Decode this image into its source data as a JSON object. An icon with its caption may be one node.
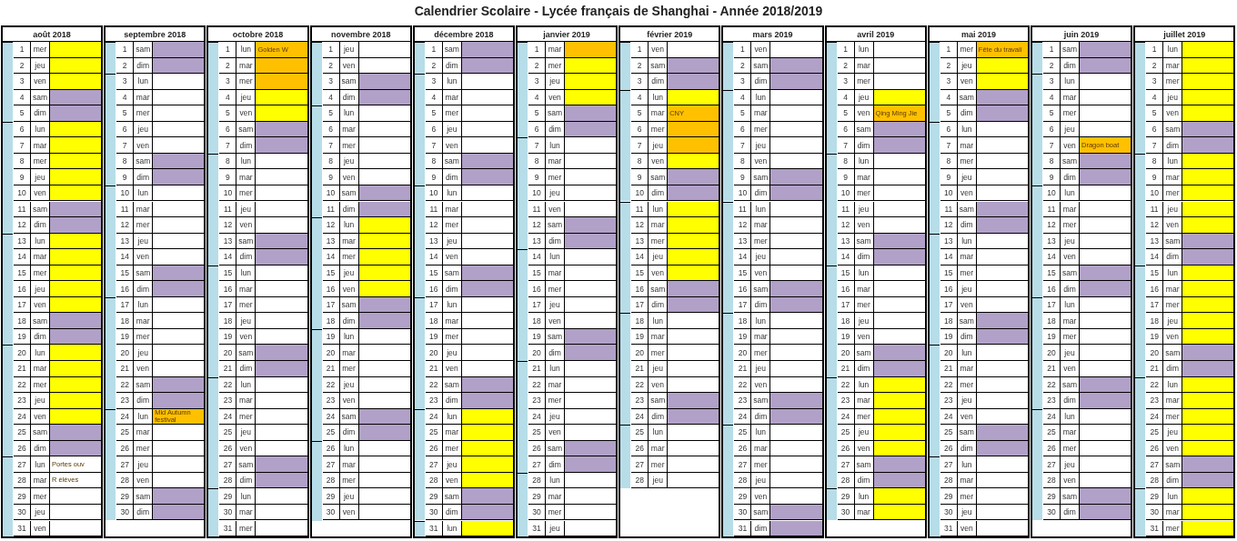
{
  "diagram": {
    "title": "Calendrier Scolaire - Lycée français de Shanghai - Année 2018/2019",
    "nodes": [
      {
        "text": [
          "août 2018"
        ]
      },
      {
        "text": [
          "1",
          "mer"
        ],
        "in": 0
      },
      {
        "text": [
          "2",
          "jeu"
        ],
        "in": 0
      },
      {
        "text": [
          "3",
          "ven"
        ],
        "in": 0
      },
      {
        "text": [
          "4",
          "sam"
        ],
        "in": 0
      },
      {
        "text": [
          "5",
          "dim"
        ],
        "in": 0
      },
      {
        "text": [
          "6",
          "lun"
        ],
        "in": 0
      },
      {
        "text": [
          "7",
          "mar"
        ],
        "in": 0
      },
      {
        "text": [
          "8",
          "mer"
        ],
        "in": 0
      },
      {
        "text": [
          "9",
          "jeu"
        ],
        "in": 0
      },
      {
        "text": [
          "10",
          "ven"
        ],
        "in": 0
      },
      {
        "text": [
          "11",
          "sam"
        ],
        "in": 0
      },
      {
        "text": [
          "12",
          "dim"
        ],
        "in": 0
      },
      {
        "text": [
          "13",
          "lun"
        ],
        "in": 0
      },
      {
        "text": [
          "14",
          "mar"
        ],
        "in": 0
      },
      {
        "text": [
          "15",
          "mer"
        ],
        "in": 0
      },
      {
        "text": [
          "16",
          "jeu"
        ],
        "in": 0
      },
      {
        "text": [
          "17",
          "ven"
        ],
        "in": 0
      },
      {
        "text": [
          "18",
          "sam"
        ],
        "in": 0
      },
      {
        "text": [
          "19",
          "dim"
        ],
        "in": 0
      },
      {
        "text": [
          "20",
          "lun"
        ],
        "in": 0
      },
      {
        "text": [
          "21",
          "mar"
        ],
        "in": 0
      },
      {
        "text": [
          "22",
          "mer"
        ],
        "in": 0
      },
      {
        "text": [
          "23",
          "jeu"
        ],
        "in": 0
      },
      {
        "text": [
          "24",
          "ven"
        ],
        "in": 0
      },
      {
        "text": [
          "25",
          "sam"
        ],
        "in": 0
      },
      {
        "text": [
          "26",
          "dim"
        ],
        "in": 0
      },
      {
        "text": [
          "27",
          "lun",
          "Portes ouv"
        ],
        "in": 0
      },
      {
        "text": [
          "28",
          "mar",
          "R élèves"
        ],
        "in": 0
      },
      {
        "text": [
          "29",
          "mer"
        ],
        "in": 0
      },
      {
        "text": [
          "30",
          "jeu"
        ],
        "in": 0
      },
      {
        "text": [
          "31",
          "ven"
        ],
        "in": 0
      },
      {
        "text": [
          "septembre 2018"
        ]
      },
      {
        "text": [
          "1",
          "sam"
        ],
        "in": 32
      },
      {
        "text": [
          "2",
          "dim"
        ],
        "in": 32
      },
      {
        "text": [
          "3",
          "lun"
        ],
        "in": 32
      },
      {
        "text": [
          "4",
          "mar"
        ],
        "in": 32
      },
      {
        "text": [
          "5",
          "mer"
        ],
        "in": 32
      },
      {
        "text": [
          "6",
          "jeu"
        ],
        "in": 32
      },
      {
        "text": [
          "7",
          "ven"
        ],
        "in": 32
      },
      {
        "text": [
          "8",
          "sam"
        ],
        "in": 32
      },
      {
        "text": [
          "9",
          "dim"
        ],
        "in": 32
      },
      {
        "text": [
          "10",
          "lun"
        ],
        "in": 32
      },
      {
        "text": [
          "11",
          "mar"
        ],
        "in": 32
      },
      {
        "text": [
          "12",
          "mer"
        ],
        "in": 32
      },
      {
        "text": [
          "13",
          "jeu"
        ],
        "in": 32
      },
      {
        "text": [
          "14",
          "ven"
        ],
        "in": 32
      },
      {
        "text": [
          "15",
          "sam"
        ],
        "in": 32
      },
      {
        "text": [
          "16",
          "dim"
        ],
        "in": 32
      },
      {
        "text": [
          "17",
          "lun"
        ],
        "in": 32
      },
      {
        "text": [
          "18",
          "mar"
        ],
        "in": 32
      },
      {
        "text": [
          "19",
          "mer"
        ],
        "in": 32
      },
      {
        "text": [
          "20",
          "jeu"
        ],
        "in": 32
      },
      {
        "text": [
          "21",
          "ven"
        ],
        "in": 32
      },
      {
        "text": [
          "22",
          "sam"
        ],
        "in": 32
      },
      {
        "text": [
          "23",
          "dim"
        ],
        "in": 32
      },
      {
        "text": [
          "24",
          "lun",
          "Mid Autumn festival"
        ],
        "in": 32
      },
      {
        "text": [
          "25",
          "mar"
        ],
        "in": 32
      },
      {
        "text": [
          "26",
          "mer"
        ],
        "in": 32
      },
      {
        "text": [
          "27",
          "jeu"
        ],
        "in": 32
      },
      {
        "text": [
          "28",
          "ven"
        ],
        "in": 32
      },
      {
        "text": [
          "29",
          "sam"
        ],
        "in": 32
      },
      {
        "text": [
          "30",
          "dim"
        ],
        "in": 32
      },
      {
        "text": [
          "octobre 2018"
        ]
      },
      {
        "text": [
          "1",
          "lun",
          "Golden W"
        ],
        "in": 63
      },
      {
        "text": [
          "2",
          "mar"
        ],
        "in": 63
      },
      {
        "text": [
          "3",
          "mer"
        ],
        "in": 63
      },
      {
        "text": [
          "4",
          "jeu"
        ],
        "in": 63
      },
      {
        "text": [
          "5",
          "ven"
        ],
        "in": 63
      },
      {
        "text": [
          "6",
          "sam"
        ],
        "in": 63
      },
      {
        "text": [
          "7",
          "dim"
        ],
        "in": 63
      },
      {
        "text": [
          "8",
          "lun"
        ],
        "in": 63
      },
      {
        "text": [
          "9",
          "mar"
        ],
        "in": 63
      },
      {
        "text": [
          "10",
          "mer"
        ],
        "in": 63
      },
      {
        "text": [
          "11",
          "jeu"
        ],
        "in": 63
      },
      {
        "text": [
          "12",
          "ven"
        ],
        "in": 63
      },
      {
        "text": [
          "13",
          "sam"
        ],
        "in": 63
      },
      {
        "text": [
          "14",
          "dim"
        ],
        "in": 63
      },
      {
        "text": [
          "15",
          "lun"
        ],
        "in": 63
      },
      {
        "text": [
          "16",
          "mar"
        ],
        "in": 63
      },
      {
        "text": [
          "17",
          "mer"
        ],
        "in": 63
      },
      {
        "text": [
          "18",
          "jeu"
        ],
        "in": 63
      },
      {
        "text": [
          "19",
          "ven"
        ],
        "in": 63
      },
      {
        "text": [
          "20",
          "sam"
        ],
        "in": 63
      },
      {
        "text": [
          "21",
          "dim"
        ],
        "in": 63
      },
      {
        "text": [
          "22",
          "lun"
        ],
        "in": 63
      },
      {
        "text": [
          "23",
          "mar"
        ],
        "in": 63
      },
      {
        "text": [
          "24",
          "mer"
        ],
        "in": 63
      },
      {
        "text": [
          "25",
          "jeu"
        ],
        "in": 63
      },
      {
        "text": [
          "26",
          "ven"
        ],
        "in": 63
      },
      {
        "text": [
          "27",
          "sam"
        ],
        "in": 63
      },
      {
        "text": [
          "28",
          "dim"
        ],
        "in": 63
      },
      {
        "text": [
          "29",
          "lun"
        ],
        "in": 63
      },
      {
        "text": [
          "30",
          "mar"
        ],
        "in": 63
      },
      {
        "text": [
          "31",
          "mer"
        ],
        "in": 63
      },
      {
        "text": [
          "novembre 2018"
        ]
      },
      {
        "text": [
          "1",
          "jeu"
        ],
        "in": 95
      },
      {
        "text": [
          "2",
          "ven"
        ],
        "in": 95
      },
      {
        "text": [
          "3",
          "sam"
        ],
        "in": 95
      },
      {
        "text": [
          "4",
          "dim"
        ],
        "in": 95
      },
      {
        "text": [
          "5",
          "lun"
        ],
        "in": 95
      },
      {
        "text": [
          "6",
          "mar"
        ],
        "in": 95
      },
      {
        "text": [
          "7",
          "mer"
        ],
        "in": 95
      },
      {
        "text": [
          "8",
          "jeu"
        ],
        "in": 95
      },
      {
        "text": [
          "9",
          "ven"
        ],
        "in": 95
      },
      {
        "text": [
          "10",
          "sam"
        ],
        "in": 95
      },
      {
        "text": [
          "11",
          "dim"
        ],
        "in": 95
      },
      {
        "text": [
          "12",
          "lun"
        ],
        "in": 95
      },
      {
        "text": [
          "13",
          "mar"
        ],
        "in": 95
      },
      {
        "text": [
          "14",
          "mer"
        ],
        "in": 95
      },
      {
        "text": [
          "15",
          "jeu"
        ],
        "in": 95
      },
      {
        "text": [
          "16",
          "ven"
        ],
        "in": 95
      },
      {
        "text": [
          "17",
          "sam"
        ],
        "in": 95
      },
      {
        "text": [
          "18",
          "dim"
        ],
        "in": 95
      },
      {
        "text": [
          "19",
          "lun"
        ],
        "in": 95
      },
      {
        "text": [
          "20",
          "mar"
        ],
        "in": 95
      },
      {
        "text": [
          "21",
          "mer"
        ],
        "in": 95
      },
      {
        "text": [
          "22",
          "jeu"
        ],
        "in": 95
      },
      {
        "text": [
          "23",
          "ven"
        ],
        "in": 95
      },
      {
        "text": [
          "24",
          "sam"
        ],
        "in": 95
      },
      {
        "text": [
          "25",
          "dim"
        ],
        "in": 95
      },
      {
        "text": [
          "26",
          "lun"
        ],
        "in": 95
      },
      {
        "text": [
          "27",
          "mar"
        ],
        "in": 95
      },
      {
        "text": [
          "28",
          "mer"
        ],
        "in": 95
      },
      {
        "text": [
          "29",
          "jeu"
        ],
        "in": 95
      },
      {
        "text": [
          "30",
          "ven"
        ],
        "in": 95
      },
      {
        "text": [
          "décembre 2018"
        ]
      },
      {
        "text": [
          "1",
          "sam"
        ],
        "in": 126
      },
      {
        "text": [
          "2",
          "dim"
        ],
        "in": 126
      },
      {
        "text": [
          "3",
          "lun"
        ],
        "in": 126
      },
      {
        "text": [
          "4",
          "mar"
        ],
        "in": 126
      },
      {
        "text": [
          "5",
          "mer"
        ],
        "in": 126
      },
      {
        "text": [
          "6",
          "jeu"
        ],
        "in": 126
      },
      {
        "text": [
          "7",
          "ven"
        ],
        "in": 126
      },
      {
        "text": [
          "8",
          "sam"
        ],
        "in": 126
      },
      {
        "text": [
          "9",
          "dim"
        ],
        "in": 126
      },
      {
        "text": [
          "10",
          "lun"
        ],
        "in": 126
      },
      {
        "text": [
          "11",
          "mar"
        ],
        "in": 126
      },
      {
        "text": [
          "12",
          "mer"
        ],
        "in": 126
      },
      {
        "text": [
          "13",
          "jeu"
        ],
        "in": 126
      },
      {
        "text": [
          "14",
          "ven"
        ],
        "in": 126
      },
      {
        "text": [
          "15",
          "sam"
        ],
        "in": 126
      },
      {
        "text": [
          "16",
          "dim"
        ],
        "in": 126
      },
      {
        "text": [
          "17",
          "lun"
        ],
        "in": 126
      },
      {
        "text": [
          "18",
          "mar"
        ],
        "in": 126
      },
      {
        "text": [
          "19",
          "mer"
        ],
        "in": 126
      },
      {
        "text": [
          "20",
          "jeu"
        ],
        "in": 126
      },
      {
        "text": [
          "21",
          "ven"
        ],
        "in": 126
      },
      {
        "text": [
          "22",
          "sam"
        ],
        "in": 126
      },
      {
        "text": [
          "23",
          "dim"
        ],
        "in": 126
      },
      {
        "text": [
          "24",
          "lun"
        ],
        "in": 126
      },
      {
        "text": [
          "25",
          "mar"
        ],
        "in": 126
      },
      {
        "text": [
          "26",
          "mer"
        ],
        "in": 126
      },
      {
        "text": [
          "27",
          "jeu"
        ],
        "in": 126
      },
      {
        "text": [
          "28",
          "ven"
        ],
        "in": 126
      },
      {
        "text": [
          "29",
          "sam"
        ],
        "in": 126
      },
      {
        "text": [
          "30",
          "dim"
        ],
        "in": 126
      },
      {
        "text": [
          "31",
          "lun"
        ],
        "in": 126
      },
      {
        "text": [
          "janvier 2019"
        ]
      },
      {
        "text": [
          "1",
          "mar"
        ],
        "in": 158
      },
      {
        "text": [
          "2",
          "mer"
        ],
        "in": 158
      },
      {
        "text": [
          "3",
          "jeu"
        ],
        "in": 158
      },
      {
        "text": [
          "4",
          "ven"
        ],
        "in": 158
      },
      {
        "text": [
          "5",
          "sam"
        ],
        "in": 158
      },
      {
        "text": [
          "6",
          "dim"
        ],
        "in": 158
      },
      {
        "text": [
          "7",
          "lun"
        ],
        "in": 158
      },
      {
        "text": [
          "8",
          "mar"
        ],
        "in": 158
      },
      {
        "text": [
          "9",
          "mer"
        ],
        "in": 158
      },
      {
        "text": [
          "10",
          "jeu"
        ],
        "in": 158
      },
      {
        "text": [
          "11",
          "ven"
        ],
        "in": 158
      },
      {
        "text": [
          "12",
          "sam"
        ],
        "in": 158
      },
      {
        "text": [
          "13",
          "dim"
        ],
        "in": 158
      },
      {
        "text": [
          "14",
          "lun"
        ],
        "in": 158
      },
      {
        "text": [
          "15",
          "mar"
        ],
        "in": 158
      },
      {
        "text": [
          "16",
          "mer"
        ],
        "in": 158
      },
      {
        "text": [
          "17",
          "jeu"
        ],
        "in": 158
      },
      {
        "text": [
          "18",
          "ven"
        ],
        "in": 158
      },
      {
        "text": [
          "19",
          "sam"
        ],
        "in": 158
      },
      {
        "text": [
          "20",
          "dim"
        ],
        "in": 158
      },
      {
        "text": [
          "21",
          "lun"
        ],
        "in": 158
      },
      {
        "text": [
          "22",
          "mar"
        ],
        "in": 158
      },
      {
        "text": [
          "23",
          "mer"
        ],
        "in": 158
      },
      {
        "text": [
          "24",
          "jeu"
        ],
        "in": 158
      },
      {
        "text": [
          "25",
          "ven"
        ],
        "in": 158
      },
      {
        "text": [
          "26",
          "sam"
        ],
        "in": 158
      },
      {
        "text": [
          "27",
          "dim"
        ],
        "in": 158
      },
      {
        "text": [
          "28",
          "lun"
        ],
        "in": 158
      },
      {
        "text": [
          "29",
          "mar"
        ],
        "in": 158
      },
      {
        "text": [
          "30",
          "mer"
        ],
        "in": 158
      },
      {
        "text": [
          "31",
          "jeu"
        ],
        "in": 158
      },
      {
        "text": [
          "février 2019"
        ]
      },
      {
        "text": [
          "1",
          "ven"
        ],
        "in": 190
      },
      {
        "text": [
          "2",
          "sam"
        ],
        "in": 190
      },
      {
        "text": [
          "3",
          "dim"
        ],
        "in": 190
      },
      {
        "text": [
          "4",
          "lun"
        ],
        "in": 190
      },
      {
        "text": [
          "5",
          "mar",
          "CNY"
        ],
        "in": 190
      },
      {
        "text": [
          "6",
          "mer"
        ],
        "in": 190
      },
      {
        "text": [
          "7",
          "jeu"
        ],
        "in": 190
      },
      {
        "text": [
          "8",
          "ven"
        ],
        "in": 190
      },
      {
        "text": [
          "9",
          "sam"
        ],
        "in": 190
      },
      {
        "text": [
          "10",
          "dim"
        ],
        "in": 190
      },
      {
        "text": [
          "11",
          "lun"
        ],
        "in": 190
      },
      {
        "text": [
          "12",
          "mar"
        ],
        "in": 190
      },
      {
        "text": [
          "13",
          "mer"
        ],
        "in": 190
      },
      {
        "text": [
          "14",
          "jeu"
        ],
        "in": 190
      },
      {
        "text": [
          "15",
          "ven"
        ],
        "in": 190
      },
      {
        "text": [
          "16",
          "sam"
        ],
        "in": 190
      },
      {
        "text": [
          "17",
          "dim"
        ],
        "in": 190
      },
      {
        "text": [
          "18",
          "lun"
        ],
        "in": 190
      },
      {
        "text": [
          "19",
          "mar"
        ],
        "in": 190
      },
      {
        "text": [
          "20",
          "mer"
        ],
        "in": 190
      },
      {
        "text": [
          "21",
          "jeu"
        ],
        "in": 190
      },
      {
        "text": [
          "22",
          "ven"
        ],
        "in": 190
      },
      {
        "text": [
          "23",
          "sam"
        ],
        "in": 190
      },
      {
        "text": [
          "24",
          "dim"
        ],
        "in": 190
      },
      {
        "text": [
          "25",
          "lun"
        ],
        "in": 190
      },
      {
        "text": [
          "26",
          "mar"
        ],
        "in": 190
      },
      {
        "text": [
          "27",
          "mer"
        ],
        "in": 190
      },
      {
        "text": [
          "28",
          "jeu"
        ],
        "in": 190
      },
      {
        "text": [
          "mars 2019"
        ]
      },
      {
        "text": [
          "1",
          "ven"
        ],
        "in": 219
      },
      {
        "text": [
          "2",
          "sam"
        ],
        "in": 219
      },
      {
        "text": [
          "3",
          "dim"
        ],
        "in": 219
      },
      {
        "text": [
          "4",
          "lun"
        ],
        "in": 219
      },
      {
        "text": [
          "5",
          "mar"
        ],
        "in": 219
      },
      {
        "text": [
          "6",
          "mer"
        ],
        "in": 219
      },
      {
        "text": [
          "7",
          "jeu"
        ],
        "in": 219
      },
      {
        "text": [
          "8",
          "ven"
        ],
        "in": 219
      },
      {
        "text": [
          "9",
          "sam"
        ],
        "in": 219
      },
      {
        "text": [
          "10",
          "dim"
        ],
        "in": 219
      },
      {
        "text": [
          "11",
          "lun"
        ],
        "in": 219
      },
      {
        "text": [
          "12",
          "mar"
        ],
        "in": 219
      },
      {
        "text": [
          "13",
          "mer"
        ],
        "in": 219
      },
      {
        "text": [
          "14",
          "jeu"
        ],
        "in": 219
      },
      {
        "text": [
          "15",
          "ven"
        ],
        "in": 219
      },
      {
        "text": [
          "16",
          "sam"
        ],
        "in": 219
      },
      {
        "text": [
          "17",
          "dim"
        ],
        "in": 219
      },
      {
        "text": [
          "18",
          "lun"
        ],
        "in": 219
      },
      {
        "text": [
          "19",
          "mar"
        ],
        "in": 219
      },
      {
        "text": [
          "20",
          "mer"
        ],
        "in": 219
      },
      {
        "text": [
          "21",
          "jeu"
        ],
        "in": 219
      },
      {
        "text": [
          "22",
          "ven"
        ],
        "in": 219
      },
      {
        "text": [
          "23",
          "sam"
        ],
        "in": 219
      },
      {
        "text": [
          "24",
          "dim"
        ],
        "in": 219
      },
      {
        "text": [
          "25",
          "lun"
        ],
        "in": 219
      },
      {
        "text": [
          "26",
          "mar"
        ],
        "in": 219
      },
      {
        "text": [
          "27",
          "mer"
        ],
        "in": 219
      },
      {
        "text": [
          "28",
          "jeu"
        ],
        "in": 219
      },
      {
        "text": [
          "29",
          "ven"
        ],
        "in": 219
      },
      {
        "text": [
          "30",
          "sam"
        ],
        "in": 219
      },
      {
        "text": [
          "31",
          "dim"
        ],
        "in": 219
      },
      {
        "text": [
          "avril 2019"
        ]
      },
      {
        "text": [
          "1",
          "lun"
        ],
        "in": 251
      },
      {
        "text": [
          "2",
          "mar"
        ],
        "in": 251
      },
      {
        "text": [
          "3",
          "mer"
        ],
        "in": 251
      },
      {
        "text": [
          "4",
          "jeu"
        ],
        "in": 251
      },
      {
        "text": [
          "5",
          "ven",
          "Qing Ming Jie"
        ],
        "in": 251
      },
      {
        "text": [
          "6",
          "sam"
        ],
        "in": 251
      },
      {
        "text": [
          "7",
          "dim"
        ],
        "in": 251
      },
      {
        "text": [
          "8",
          "lun"
        ],
        "in": 251
      },
      {
        "text": [
          "9",
          "mar"
        ],
        "in": 251
      },
      {
        "text": [
          "10",
          "mer"
        ],
        "in": 251
      },
      {
        "text": [
          "11",
          "jeu"
        ],
        "in": 251
      },
      {
        "text": [
          "12",
          "ven"
        ],
        "in": 251
      },
      {
        "text": [
          "13",
          "sam"
        ],
        "in": 251
      },
      {
        "text": [
          "14",
          "dim"
        ],
        "in": 251
      },
      {
        "text": [
          "15",
          "lun"
        ],
        "in": 251
      },
      {
        "text": [
          "16",
          "mar"
        ],
        "in": 251
      },
      {
        "text": [
          "17",
          "mer"
        ],
        "in": 251
      },
      {
        "text": [
          "18",
          "jeu"
        ],
        "in": 251
      },
      {
        "text": [
          "19",
          "ven"
        ],
        "in": 251
      },
      {
        "text": [
          "20",
          "sam"
        ],
        "in": 251
      },
      {
        "text": [
          "21",
          "dim"
        ],
        "in": 251
      },
      {
        "text": [
          "22",
          "lun"
        ],
        "in": 251
      },
      {
        "text": [
          "23",
          "mar"
        ],
        "in": 251
      },
      {
        "text": [
          "24",
          "mer"
        ],
        "in": 251
      },
      {
        "text": [
          "25",
          "jeu"
        ],
        "in": 251
      },
      {
        "text": [
          "26",
          "ven"
        ],
        "in": 251
      },
      {
        "text": [
          "27",
          "sam"
        ],
        "in": 251
      },
      {
        "text": [
          "28",
          "dim"
        ],
        "in": 251
      },
      {
        "text": [
          "29",
          "lun"
        ],
        "in": 251
      },
      {
        "text": [
          "30",
          "mar"
        ],
        "in": 251
      },
      {
        "text": [
          "mai 2019"
        ]
      },
      {
        "text": [
          "1",
          "mer",
          "Fête du travail"
        ],
        "in": 282
      },
      {
        "text": [
          "2",
          "jeu"
        ],
        "in": 282
      },
      {
        "text": [
          "3",
          "ven"
        ],
        "in": 282
      },
      {
        "text": [
          "4",
          "sam"
        ],
        "in": 282
      },
      {
        "text": [
          "5",
          "dim"
        ],
        "in": 282
      },
      {
        "text": [
          "6",
          "lun"
        ],
        "in": 282
      },
      {
        "text": [
          "7",
          "mar"
        ],
        "in": 282
      },
      {
        "text": [
          "8",
          "mer"
        ],
        "in": 282
      },
      {
        "text": [
          "9",
          "jeu"
        ],
        "in": 282
      },
      {
        "text": [
          "10",
          "ven"
        ],
        "in": 282
      },
      {
        "text": [
          "11",
          "sam"
        ],
        "in": 282
      },
      {
        "text": [
          "12",
          "dim"
        ],
        "in": 282
      },
      {
        "text": [
          "13",
          "lun"
        ],
        "in": 282
      },
      {
        "text": [
          "14",
          "mar"
        ],
        "in": 282
      },
      {
        "text": [
          "15",
          "mer"
        ],
        "in": 282
      },
      {
        "text": [
          "16",
          "jeu"
        ],
        "in": 282
      },
      {
        "text": [
          "17",
          "ven"
        ],
        "in": 282
      },
      {
        "text": [
          "18",
          "sam"
        ],
        "in": 282
      },
      {
        "text": [
          "19",
          "dim"
        ],
        "in": 282
      },
      {
        "text": [
          "20",
          "lun"
        ],
        "in": 282
      },
      {
        "text": [
          "21",
          "mar"
        ],
        "in": 282
      },
      {
        "text": [
          "22",
          "mer"
        ],
        "in": 282
      },
      {
        "text": [
          "23",
          "jeu"
        ],
        "in": 282
      },
      {
        "text": [
          "24",
          "ven"
        ],
        "in": 282
      },
      {
        "text": [
          "25",
          "sam"
        ],
        "in": 282
      },
      {
        "text": [
          "26",
          "dim"
        ],
        "in": 282
      },
      {
        "text": [
          "27",
          "lun"
        ],
        "in": 282
      },
      {
        "text": [
          "28",
          "mar"
        ],
        "in": 282
      },
      {
        "text": [
          "29",
          "mer"
        ],
        "in": 282
      },
      {
        "text": [
          "30",
          "jeu"
        ],
        "in": 282
      },
      {
        "text": [
          "31",
          "ven"
        ],
        "in": 282
      },
      {
        "text": [
          "juin 2019"
        ]
      },
      {
        "text": [
          "1",
          "sam"
        ],
        "in": 314
      },
      {
        "text": [
          "2",
          "dim"
        ],
        "in": 314
      },
      {
        "text": [
          "3",
          "lun"
        ],
        "in": 314
      },
      {
        "text": [
          "4",
          "mar"
        ],
        "in": 314
      },
      {
        "text": [
          "5",
          "mer"
        ],
        "in": 314
      },
      {
        "text": [
          "6",
          "jeu"
        ],
        "in": 314
      },
      {
        "text": [
          "7",
          "ven",
          "Dragon boat"
        ],
        "in": 314
      },
      {
        "text": [
          "8",
          "sam"
        ],
        "in": 314
      },
      {
        "text": [
          "9",
          "dim"
        ],
        "in": 314
      },
      {
        "text": [
          "10",
          "lun"
        ],
        "in": 314
      },
      {
        "text": [
          "11",
          "mar"
        ],
        "in": 314
      },
      {
        "text": [
          "12",
          "mer"
        ],
        "in": 314
      },
      {
        "text": [
          "13",
          "jeu"
        ],
        "in": 314
      },
      {
        "text": [
          "14",
          "ven"
        ],
        "in": 314
      },
      {
        "text": [
          "15",
          "sam"
        ],
        "in": 314
      },
      {
        "text": [
          "16",
          "dim"
        ],
        "in": 314
      },
      {
        "text": [
          "17",
          "lun"
        ],
        "in": 314
      },
      {
        "text": [
          "18",
          "mar"
        ],
        "in": 314
      },
      {
        "text": [
          "19",
          "mer"
        ],
        "in": 314
      },
      {
        "text": [
          "20",
          "jeu"
        ],
        "in": 314
      },
      {
        "text": [
          "21",
          "ven"
        ],
        "in": 314
      },
      {
        "text": [
          "22",
          "sam"
        ],
        "in": 314
      },
      {
        "text": [
          "23",
          "dim"
        ],
        "in": 314
      },
      {
        "text": [
          "24",
          "lun"
        ],
        "in": 314
      },
      {
        "text": [
          "25",
          "mar"
        ],
        "in": 314
      },
      {
        "text": [
          "26",
          "mer"
        ],
        "in": 314
      },
      {
        "text": [
          "27",
          "jeu"
        ],
        "in": 314
      },
      {
        "text": [
          "28",
          "ven"
        ],
        "in": 314
      },
      {
        "text": [
          "29",
          "sam"
        ],
        "in": 314
      },
      {
        "text": [
          "30",
          "dim"
        ],
        "in": 314
      },
      {
        "text": [
          "juillet 2019"
        ]
      },
      {
        "text": [
          "1",
          "lun"
        ],
        "in": 345
      },
      {
        "text": [
          "2",
          "mar"
        ],
        "in": 345
      },
      {
        "text": [
          "3",
          "mer"
        ],
        "in": 345
      },
      {
        "text": [
          "4",
          "jeu"
        ],
        "in": 345
      },
      {
        "text": [
          "5",
          "ven"
        ],
        "in": 345
      },
      {
        "text": [
          "6",
          "sam"
        ],
        "in": 345
      },
      {
        "text": [
          "7",
          "dim"
        ],
        "in": 345
      },
      {
        "text": [
          "8",
          "lun"
        ],
        "in": 345
      },
      {
        "text": [
          "9",
          "mar"
        ],
        "in": 345
      },
      {
        "text": [
          "10",
          "mer"
        ],
        "in": 345
      },
      {
        "text": [
          "11",
          "jeu"
        ],
        "in": 345
      },
      {
        "text": [
          "12",
          "ven"
        ],
        "in": 345
      },
      {
        "text": [
          "13",
          "sam"
        ],
        "in": 345
      },
      {
        "text": [
          "14",
          "dim"
        ],
        "in": 345
      },
      {
        "text": [
          "15",
          "lun"
        ],
        "in": 345
      },
      {
        "text": [
          "16",
          "mar"
        ],
        "in": 345
      },
      {
        "text": [
          "17",
          "mer"
        ],
        "in": 345
      },
      {
        "text": [
          "18",
          "jeu"
        ],
        "in": 345
      },
      {
        "text": [
          "19",
          "ven"
        ],
        "in": 345
      },
      {
        "text": [
          "20",
          "sam"
        ],
        "in": 345
      },
      {
        "text": [
          "21",
          "dim"
        ],
        "in": 345
      },
      {
        "text": [
          "22",
          "lun"
        ],
        "in": 345
      },
      {
        "text": [
          "23",
          "mar"
        ],
        "in": 345
      },
      {
        "text": [
          "24",
          "mer"
        ],
        "in": 345
      },
      {
        "text": [
          "25",
          "jeu"
        ],
        "in": 345
      },
      {
        "text": [
          "26",
          "ven"
        ],
        "in": 345
      },
      {
        "text": [
          "27",
          "sam"
        ],
        "in": 345
      },
      {
        "text": [
          "28",
          "dim"
        ],
        "in": 345
      },
      {
        "text": [
          "29",
          "lun"
        ],
        "in": 345
      },
      {
        "text": [
          "30",
          "mar"
        ],
        "in": 345
      },
      {
        "text": [
          "31",
          "mer"
        ],
        "in": 345
      }
    ]
  }
}
